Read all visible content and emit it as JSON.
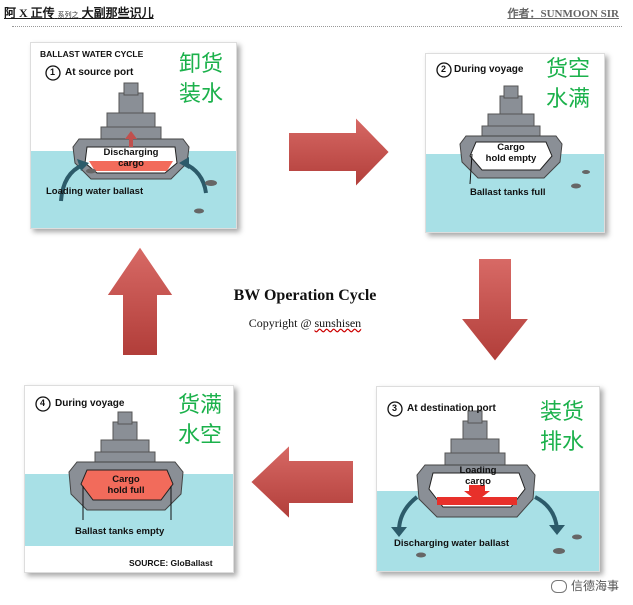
{
  "header": {
    "left_part1": "阿 X 正传",
    "left_small": "系列之",
    "left_part2": "大副那些识儿",
    "right": "作者：SUNMOON SIR"
  },
  "center": {
    "title": "BW Operation Cycle",
    "copyright_prefix": "Copyright @ ",
    "copyright_name": "sunshisen"
  },
  "panel1": {
    "heading": "BALLAST WATER CYCLE",
    "step": "1",
    "title": "At source port",
    "cn1": "卸货",
    "cn2": "装水",
    "cargo1": "Discharging",
    "cargo2": "cargo",
    "label": "Loading water ballast"
  },
  "panel2": {
    "step": "2",
    "title": "During voyage",
    "cn1": "货空",
    "cn2": "水满",
    "cargo1": "Cargo",
    "cargo2": "hold empty",
    "label": "Ballast tanks full"
  },
  "panel3": {
    "step": "3",
    "title": "At destination port",
    "cn1": "装货",
    "cn2": "排水",
    "cargo1": "Loading",
    "cargo2": "cargo",
    "label": "Discharging water ballast"
  },
  "panel4": {
    "step": "4",
    "title": "During voyage",
    "cn1": "货满",
    "cn2": "水空",
    "cargo1": "Cargo",
    "cargo2": "hold full",
    "label": "Ballast tanks empty",
    "source": "SOURCE: GloBallast"
  },
  "footer": {
    "text": "信德海事"
  },
  "colors": {
    "water": "#a8e0e6",
    "hull": "#8a8f96",
    "red_fill": "#f26b5b",
    "arrow": "#c0504d",
    "green": "#1bb14b"
  }
}
